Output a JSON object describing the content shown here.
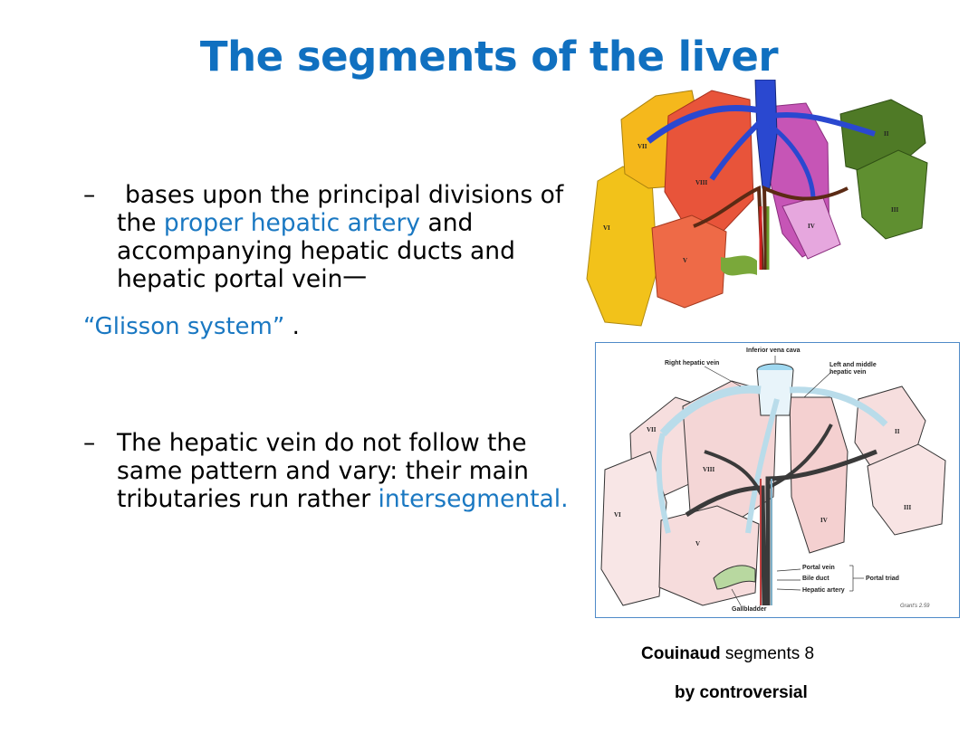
{
  "title": "The segments of the liver",
  "bullets": [
    {
      "marker": "–",
      "parts": [
        " bases upon the principal divisions of the ",
        "proper hepatic artery",
        " and accompanying hepatic ducts and hepatic portal vein一"
      ]
    },
    {
      "marker": "–",
      "parts": [
        "The hepatic vein do not follow the same pattern and vary: their main tributaries  run rather ",
        "intersegmental."
      ]
    }
  ],
  "glisson": {
    "text": "“Glisson system”",
    "suffix": " ."
  },
  "figure1": {
    "segment_labels": [
      "VII",
      "VIII",
      "VI",
      "V",
      "IV",
      "II",
      "III"
    ]
  },
  "figure2": {
    "labels": {
      "ivc": "Inferior vena cava",
      "right_hv": "Right hepatic vein",
      "left_middle_hv_1": "Left and middle",
      "left_middle_hv_2": "hepatic vein",
      "portal_vein": "Portal vein",
      "bile_duct": "Bile duct",
      "hepatic_artery": "Hepatic artery",
      "portal_triad": "Portal triad",
      "gallbladder": "Gallbladder",
      "credit": "Grant's 2.59"
    },
    "segment_labels": [
      "VII",
      "VIII",
      "VI",
      "V",
      "IV",
      "II",
      "III"
    ]
  },
  "caption": {
    "bold": "Couinaud",
    "rest": " segments 8",
    "line2": "by controversial"
  },
  "colors": {
    "title": "#1070c0",
    "accent_text": "#1a78c2",
    "figure_border": "#4f8ac8"
  }
}
